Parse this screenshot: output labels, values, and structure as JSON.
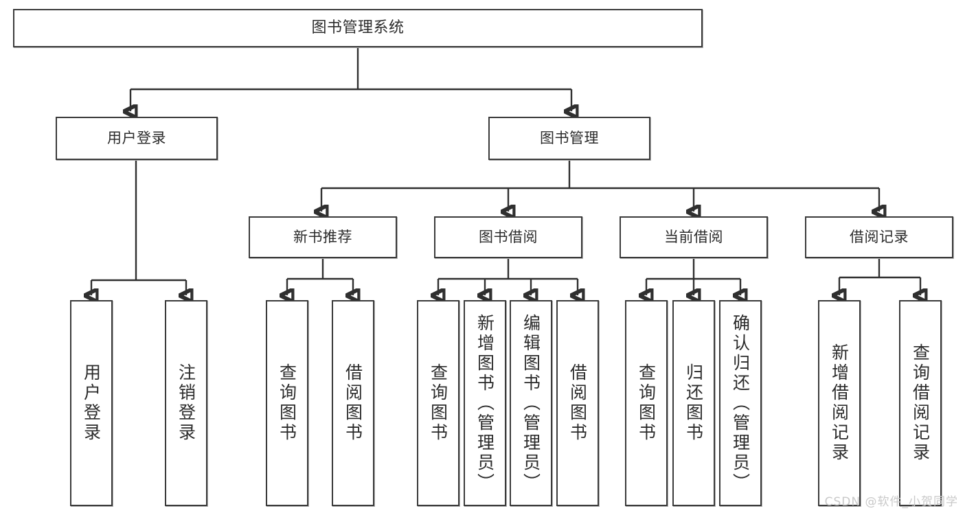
{
  "diagram": {
    "type": "tree-hierarchy",
    "title": "图书管理系统",
    "orientation": "top-down",
    "colors": {
      "box_border": "#3a3a3a",
      "box_fill": "#ffffff",
      "connector": "#2f2f2f",
      "text": "#2b2b2b",
      "watermark": "#c9c9c9"
    },
    "root": {
      "label": "图书管理系统"
    },
    "level2": [
      {
        "label": "用户登录"
      },
      {
        "label": "图书管理"
      }
    ],
    "level3": [
      {
        "label": "新书推荐"
      },
      {
        "label": "图书借阅"
      },
      {
        "label": "当前借阅"
      },
      {
        "label": "借阅记录"
      }
    ],
    "leaves": {
      "user_login": [
        {
          "label": "用户登录"
        },
        {
          "label": "注销登录"
        }
      ],
      "new_book": [
        {
          "label": "查询图书"
        },
        {
          "label": "借阅图书"
        }
      ],
      "book_borrow": [
        {
          "label": "查询图书"
        },
        {
          "label": "新增图书（管理员）"
        },
        {
          "label": "编辑图书（管理员）"
        },
        {
          "label": "借阅图书"
        }
      ],
      "current_borrow": [
        {
          "label": "查询图书"
        },
        {
          "label": "归还图书"
        },
        {
          "label": "确认归还（管理员）"
        }
      ],
      "borrow_record": [
        {
          "label": "新增借阅记录"
        },
        {
          "label": "查询借阅记录"
        }
      ]
    }
  },
  "watermark": {
    "text": "CSDN @软件_小贺同学"
  }
}
